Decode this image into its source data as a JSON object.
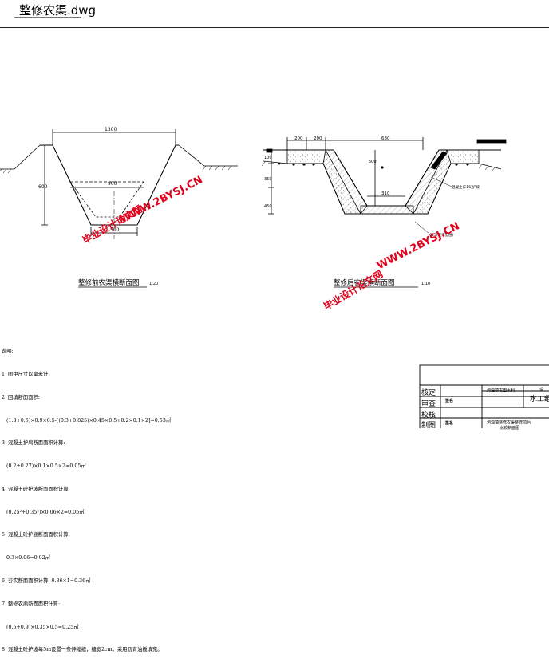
{
  "window": {
    "title": "整修农渠.dwg"
  },
  "left_section": {
    "title": "整修前农渠横断面图",
    "scale": "1:20",
    "dims": {
      "top_width": "1300",
      "height": "600",
      "mid_width": "900",
      "bottom_width": "500"
    }
  },
  "right_section": {
    "title": "整修后农渠横断面图",
    "scale": "1:10",
    "dims": {
      "berm_a": "200",
      "berm_b": "200",
      "top_span": "630",
      "depth": "500",
      "bottom": "310",
      "left_v1": "100",
      "left_v2": "350",
      "left_v3": "450"
    },
    "callouts": {
      "lining": "混凝土(C15)护坡",
      "base": "C15(灰浆垫层)"
    }
  },
  "notes": {
    "heading": "说明:",
    "lines": [
      "1  图中尺寸以毫米计",
      "2  回填断面面积:",
      "   (1.3+0.5)×0.9×0.5-[(0.3+0.825)×0.45×0.5+0.2×0.1×2]=0.53㎡",
      "3  混凝土护肩断面面积计算:",
      "   (0.2+0.27)×0.1×0.5×2=0.05㎡",
      "4  混凝土砼护坡断面面积计算:",
      "   (0.25²+0.35²)×0.06×2=0.05㎡",
      "5  混凝土砼护底断面面积计算:",
      "   0.3×0.06=0.02㎡",
      "6  夯实断面面积计算: 0.36×1=0.36㎡",
      "7  整修农渠断面面积计算:",
      "   (0.5+0.9)×0.35×0.5=0.25㎡",
      "8  混凝土砼护坡每5m设置一条伸缩缝，缝宽2cm，采用沥青油板填充。"
    ]
  },
  "title_block": {
    "rows": [
      "核定",
      "审查",
      "校核",
      "制图"
    ],
    "org": "河浊镇农田水利",
    "dept": "水工组",
    "drawing": "河浊镇整修农渠整修前后",
    "drawing2": "比较断面图",
    "sig1": "签名",
    "sig2": "签名",
    "right_top": "设"
  },
  "watermarks": [
    "WWW.2BYSJ.CN",
    "毕业设计论文网",
    "WWW.2BYSJ.CN",
    "毕业设计论文网"
  ],
  "colors": {
    "watermark": "#e0001b",
    "line": "#000000",
    "soil": "#444444"
  }
}
